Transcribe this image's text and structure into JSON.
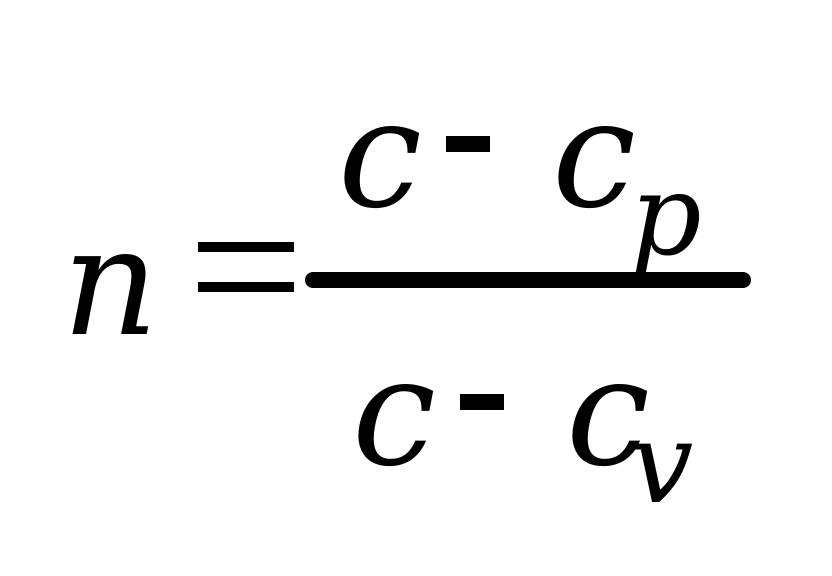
{
  "formula": {
    "lhs": "n",
    "equals": "=",
    "numerator": {
      "term1": "c",
      "operator": "-",
      "term2": "c",
      "term2_subscript": "p"
    },
    "denominator": {
      "term1": "c",
      "operator": "-",
      "term2": "c",
      "term2_subscript": "v"
    }
  }
}
